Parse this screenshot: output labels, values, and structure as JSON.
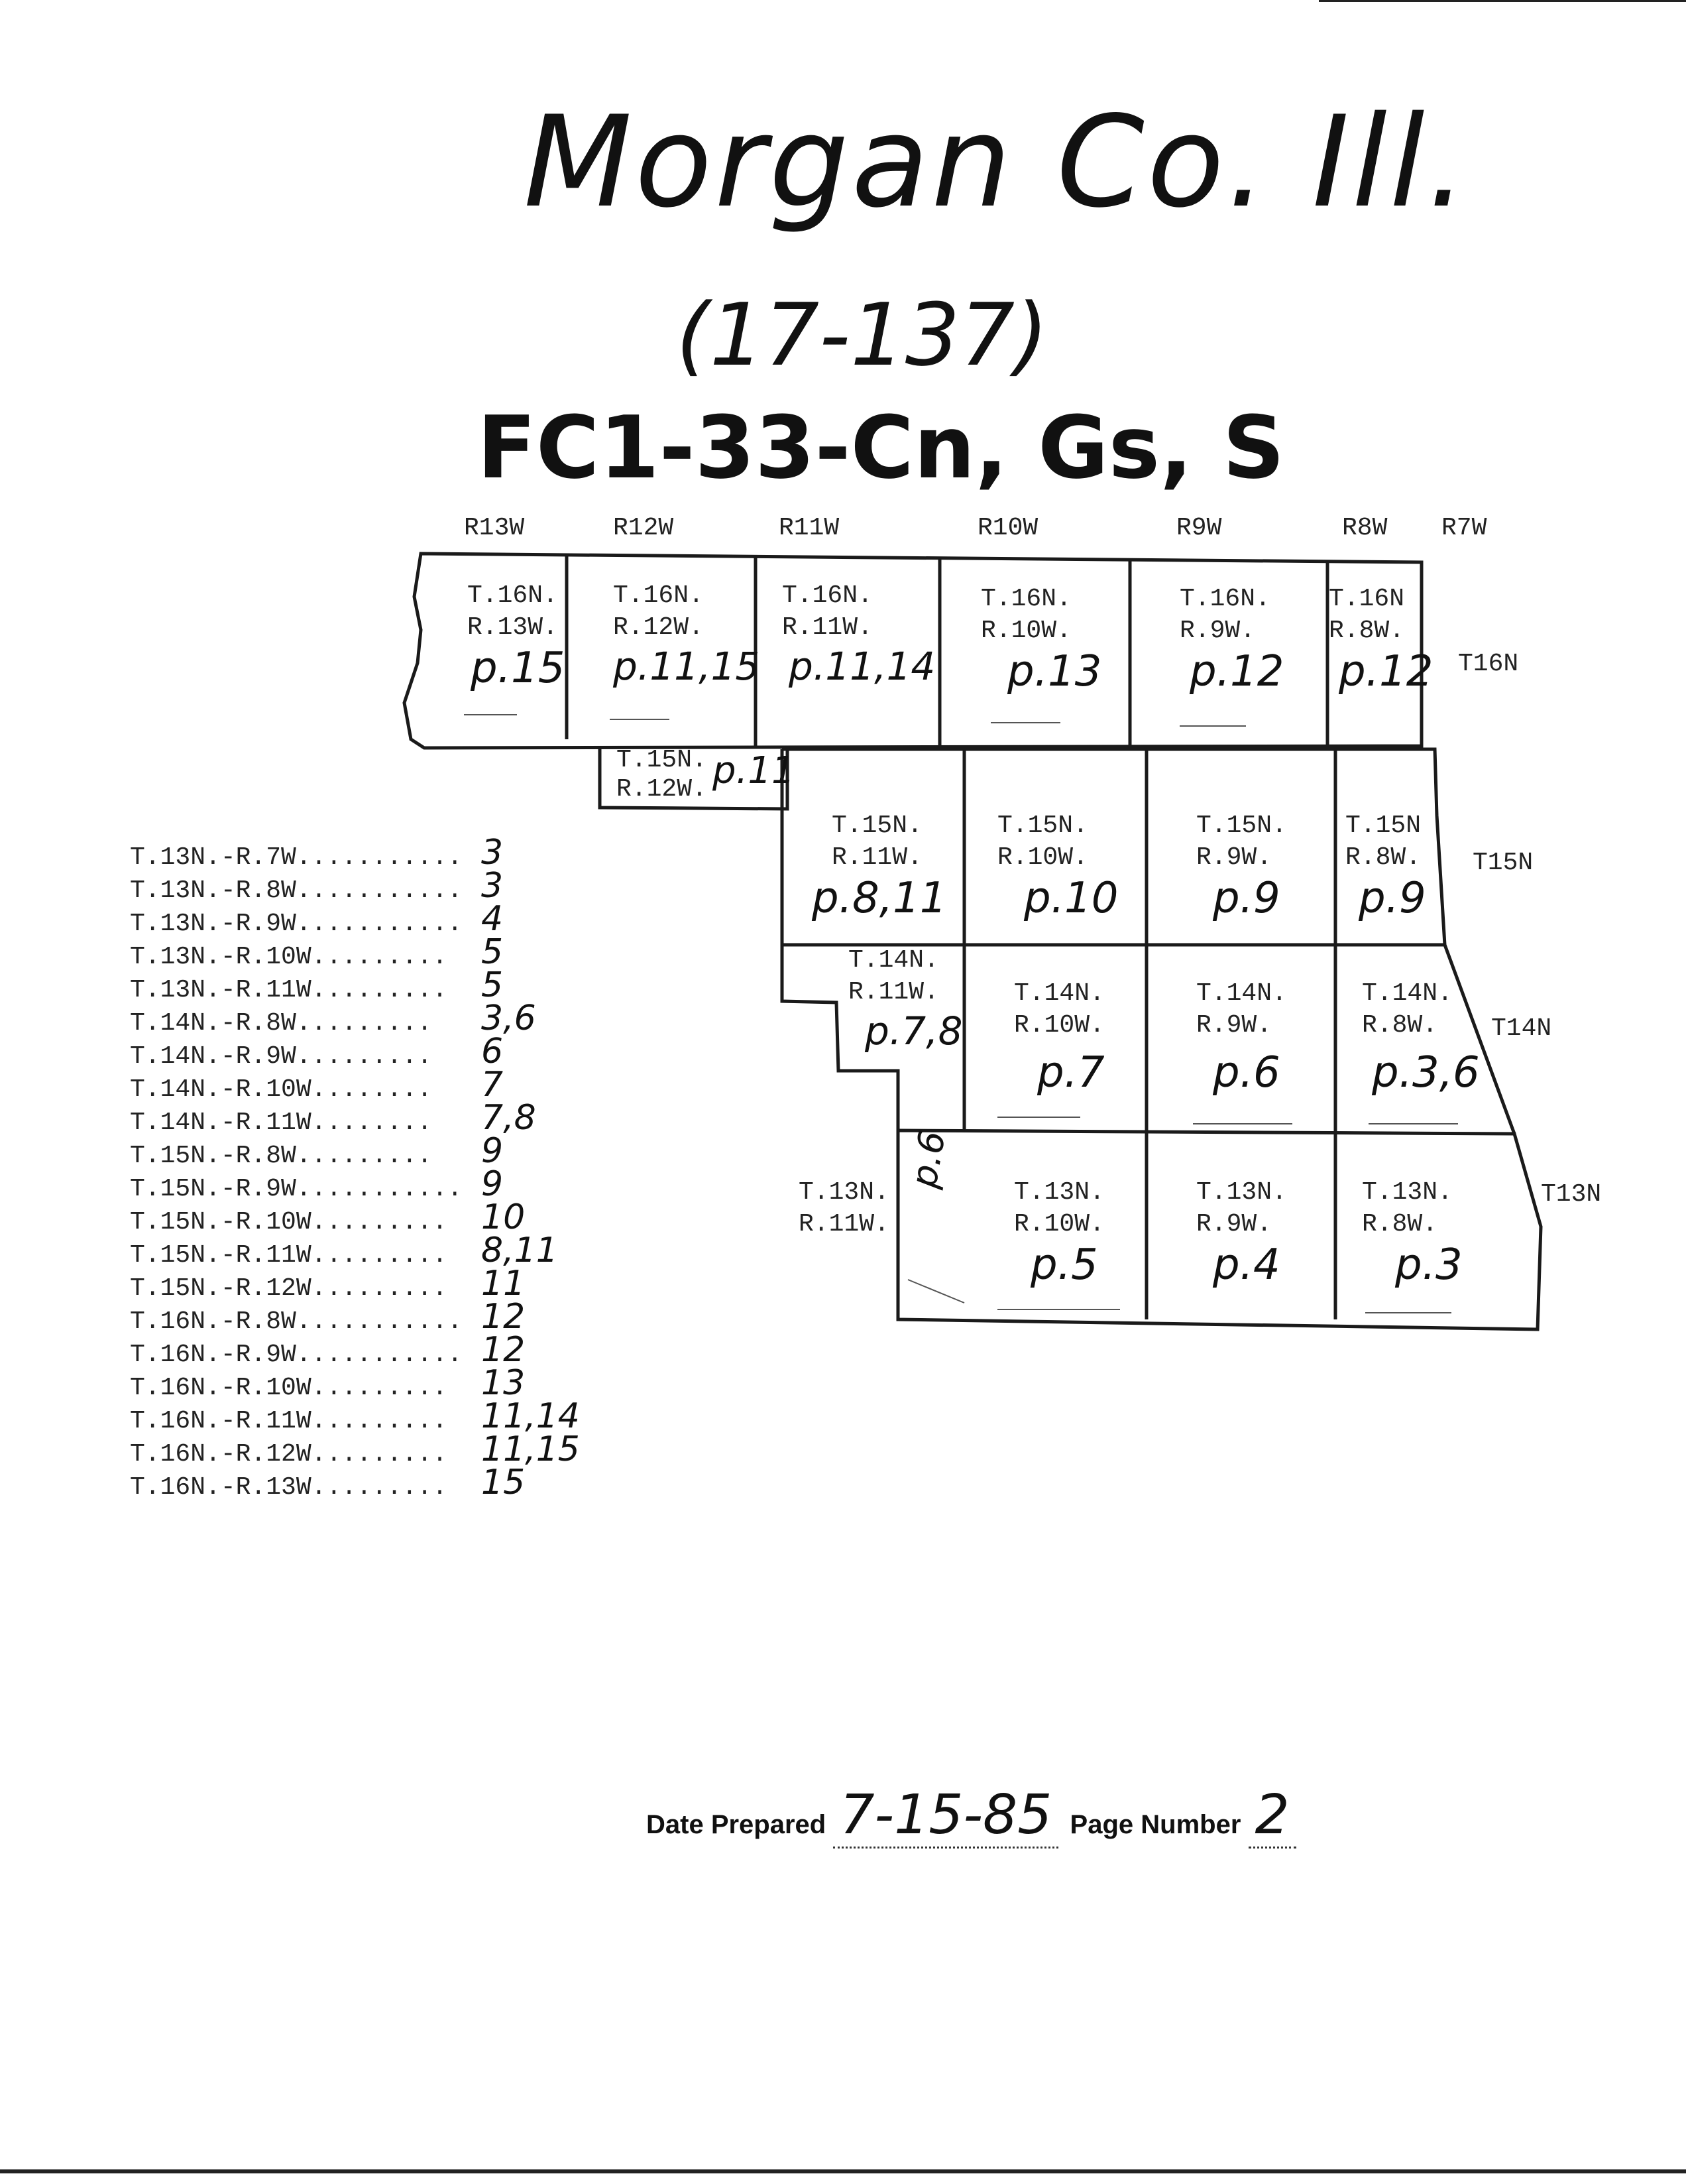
{
  "header": {
    "title": "Morgan Co. Ill.",
    "code": "(17-137)",
    "series": "FC1-33-Cn, Gs, S"
  },
  "map": {
    "range_labels": [
      "R13W",
      "R12W",
      "R11W",
      "R10W",
      "R9W",
      "R8W",
      "R7W"
    ],
    "township_labels": [
      "T16N",
      "T15N",
      "T14N",
      "T13N"
    ],
    "cells": [
      {
        "t": "T.16N.",
        "r": "R.13W.",
        "p": "p.15"
      },
      {
        "t": "T.16N.",
        "r": "R.12W.",
        "p": "p.11,15"
      },
      {
        "t": "T.16N.",
        "r": "R.11W.",
        "p": "p.11,14"
      },
      {
        "t": "T.16N.",
        "r": "R.10W.",
        "p": "p.13"
      },
      {
        "t": "T.16N.",
        "r": "R.9W.",
        "p": "p.12"
      },
      {
        "t": "T.16N",
        "r": "R.8W.",
        "p": "p.12"
      },
      {
        "t": "T.15N.",
        "r": "R.12W.",
        "p": "p.11"
      },
      {
        "t": "T.15N.",
        "r": "R.11W.",
        "p": "p.8,11"
      },
      {
        "t": "T.15N.",
        "r": "R.10W.",
        "p": "p.10"
      },
      {
        "t": "T.15N.",
        "r": "R.9W.",
        "p": "p.9"
      },
      {
        "t": "T.15N",
        "r": "R.8W.",
        "p": "p.9"
      },
      {
        "t": "T.14N.",
        "r": "R.11W.",
        "p": "p.7,8"
      },
      {
        "t": "T.14N.",
        "r": "R.10W.",
        "p": "p.7"
      },
      {
        "t": "T.14N.",
        "r": "R.9W.",
        "p": "p.6"
      },
      {
        "t": "T.14N.",
        "r": "R.8W.",
        "p": "p.3,6"
      },
      {
        "t": "T.13N.",
        "r": "R.11W.",
        "p": "p.6"
      },
      {
        "t": "T.13N.",
        "r": "R.10W.",
        "p": "p.5"
      },
      {
        "t": "T.13N.",
        "r": "R.9W.",
        "p": "p.4"
      },
      {
        "t": "T.13N.",
        "r": "R.8W.",
        "p": "p.3"
      }
    ]
  },
  "index": [
    {
      "label": "T.13N.-R.7W...........",
      "pages": "3"
    },
    {
      "label": "T.13N.-R.8W...........",
      "pages": "3"
    },
    {
      "label": "T.13N.-R.9W...........",
      "pages": "4"
    },
    {
      "label": "T.13N.-R.10W.........",
      "pages": "5"
    },
    {
      "label": "T.13N.-R.11W.........",
      "pages": "5"
    },
    {
      "label": "T.14N.-R.8W.........",
      "pages": "3,6"
    },
    {
      "label": "T.14N.-R.9W.........",
      "pages": "6"
    },
    {
      "label": "T.14N.-R.10W........",
      "pages": "7"
    },
    {
      "label": "T.14N.-R.11W........",
      "pages": "7,8"
    },
    {
      "label": "T.15N.-R.8W.........",
      "pages": "9"
    },
    {
      "label": "T.15N.-R.9W...........",
      "pages": "9"
    },
    {
      "label": "T.15N.-R.10W.........",
      "pages": "10"
    },
    {
      "label": "T.15N.-R.11W.........",
      "pages": "8,11"
    },
    {
      "label": "T.15N.-R.12W.........",
      "pages": "11"
    },
    {
      "label": "T.16N.-R.8W...........",
      "pages": "12"
    },
    {
      "label": "T.16N.-R.9W...........",
      "pages": "12"
    },
    {
      "label": "T.16N.-R.10W.........",
      "pages": "13"
    },
    {
      "label": "T.16N.-R.11W.........",
      "pages": "11,14"
    },
    {
      "label": "T.16N.-R.12W.........",
      "pages": "11,15"
    },
    {
      "label": "T.16N.-R.13W.........",
      "pages": "15"
    }
  ],
  "footer": {
    "date_label": "Date Prepared",
    "date_value": "7-15-85",
    "page_label": "Page Number",
    "page_value": "2"
  }
}
